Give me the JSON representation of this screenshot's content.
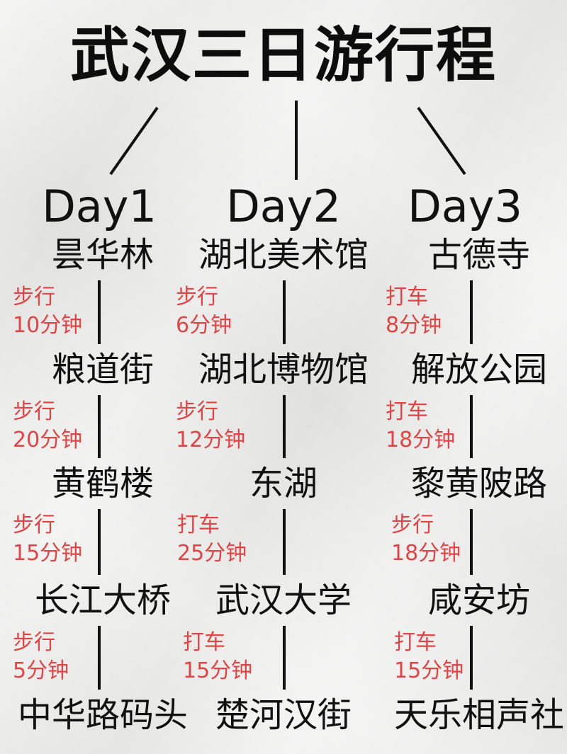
{
  "title": "武汉三日游行程",
  "days": [
    {
      "label": "Day1",
      "stops": [
        "昙华林",
        "粮道街",
        "黄鹤楼",
        "长江大桥",
        "中华路码头"
      ],
      "transits": [
        {
          "mode": "步行",
          "time": "10分钟"
        },
        {
          "mode": "步行",
          "time": "20分钟"
        },
        {
          "mode": "步行",
          "time": "15分钟"
        },
        {
          "mode": "步行",
          "time": "5分钟"
        }
      ]
    },
    {
      "label": "Day2",
      "stops": [
        "湖北美术馆",
        "湖北博物馆",
        "东湖",
        "武汉大学",
        "楚河汉街"
      ],
      "transits": [
        {
          "mode": "步行",
          "time": "6分钟"
        },
        {
          "mode": "步行",
          "time": "12分钟"
        },
        {
          "mode": "打车",
          "time": "25分钟"
        },
        {
          "mode": "打车",
          "time": "15分钟"
        }
      ]
    },
    {
      "label": "Day3",
      "stops": [
        "古德寺",
        "解放公园",
        "黎黄陂路",
        "咸安坊",
        "天乐相声社"
      ],
      "transits": [
        {
          "mode": "打车",
          "time": "8分钟"
        },
        {
          "mode": "打车",
          "time": "18分钟"
        },
        {
          "mode": "步行",
          "time": "18分钟"
        },
        {
          "mode": "打车",
          "time": "15分钟"
        }
      ]
    }
  ],
  "colors": {
    "text": "#111111",
    "transit": "#e04545",
    "line": "#111111"
  }
}
